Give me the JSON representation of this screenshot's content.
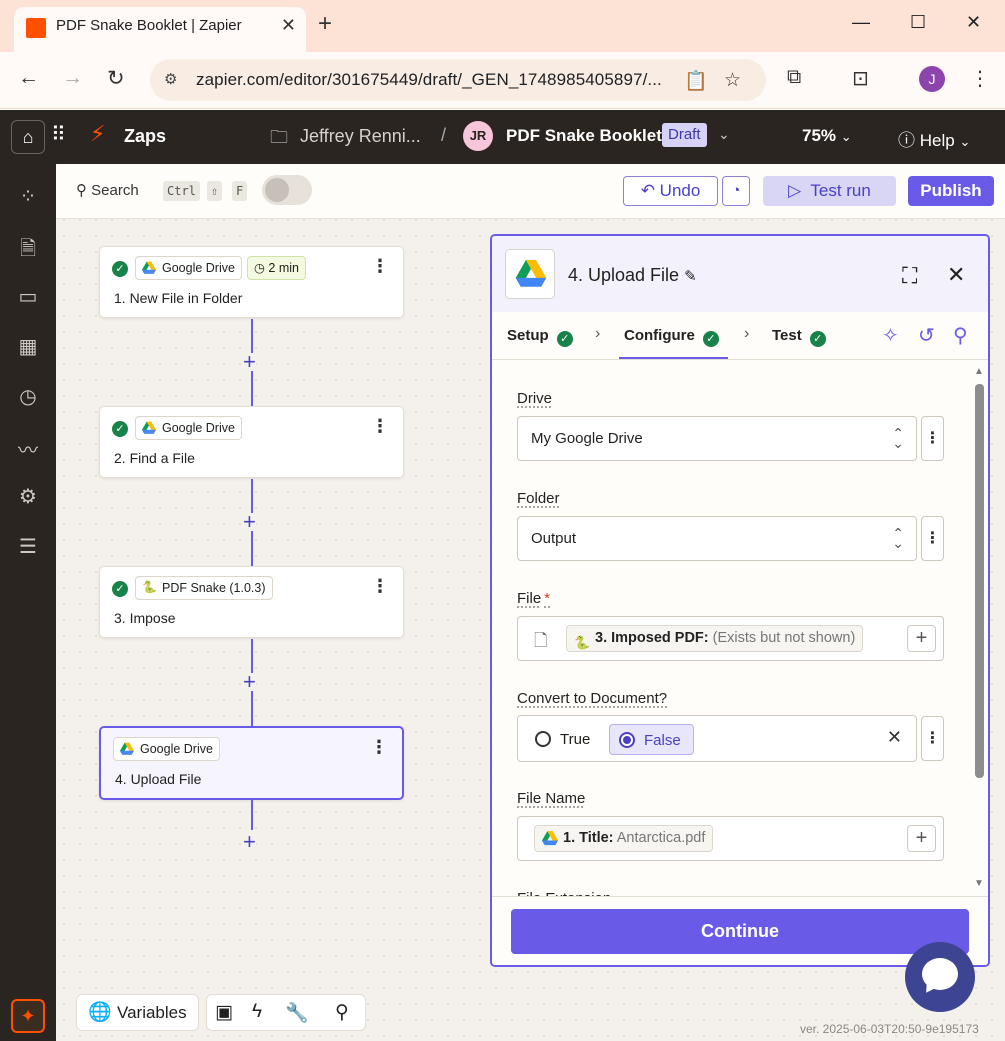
{
  "browser": {
    "tab_title": "PDF Snake Booklet | Zapier",
    "url": "zapier.com/editor/301675449/draft/_GEN_1748985405897/...",
    "profile_initial": "J"
  },
  "topbar": {
    "zaps_label": "Zaps",
    "owner": "Jeffrey Renni...",
    "separator": "/",
    "avatar_initials": "JR",
    "zap_name": "PDF Snake Booklet",
    "status_badge": "Draft",
    "zoom": "75%",
    "help": "Help"
  },
  "toolbar": {
    "search_label": "Search",
    "shortcut": [
      "Ctrl",
      "⇧",
      "F"
    ],
    "undo_label": "Undo",
    "test_run_label": "Test run",
    "publish_label": "Publish"
  },
  "steps": [
    {
      "app": "Google Drive",
      "badge": "2 min",
      "title": "1. New File in Folder",
      "status": "complete"
    },
    {
      "app": "Google Drive",
      "badge": "",
      "title": "2. Find a File",
      "status": "complete"
    },
    {
      "app": "PDF Snake (1.0.3)",
      "badge": "",
      "title": "3. Impose",
      "status": "complete"
    },
    {
      "app": "Google Drive",
      "badge": "",
      "title": "4. Upload File",
      "status": "selected"
    }
  ],
  "panel": {
    "title": "4. Upload File",
    "tabs": [
      {
        "label": "Setup",
        "complete": true
      },
      {
        "label": "Configure",
        "complete": true,
        "active": true
      },
      {
        "label": "Test",
        "complete": true
      }
    ],
    "fields": {
      "drive": {
        "label": "Drive",
        "value": "My Google Drive"
      },
      "folder": {
        "label": "Folder",
        "value": "Output"
      },
      "file": {
        "label": "File",
        "required_mark": "*",
        "pill_label": "3. Imposed PDF:",
        "pill_value": "(Exists but not shown)"
      },
      "convert": {
        "label": "Convert to Document?",
        "options": [
          "True",
          "False"
        ],
        "selected": "False"
      },
      "file_name": {
        "label": "File Name",
        "pill_label": "1. Title:",
        "pill_value": "Antarctica.pdf"
      },
      "file_extension": {
        "label": "File Extension"
      }
    },
    "continue_label": "Continue"
  },
  "bottom": {
    "variables_label": "Variables",
    "version": "ver. 2025-06-03T20:50-9e195173"
  },
  "colors": {
    "accent": "#695be8",
    "zapier_orange": "#ff4f00",
    "success": "#17824a",
    "dark_bar": "#2b2521"
  }
}
